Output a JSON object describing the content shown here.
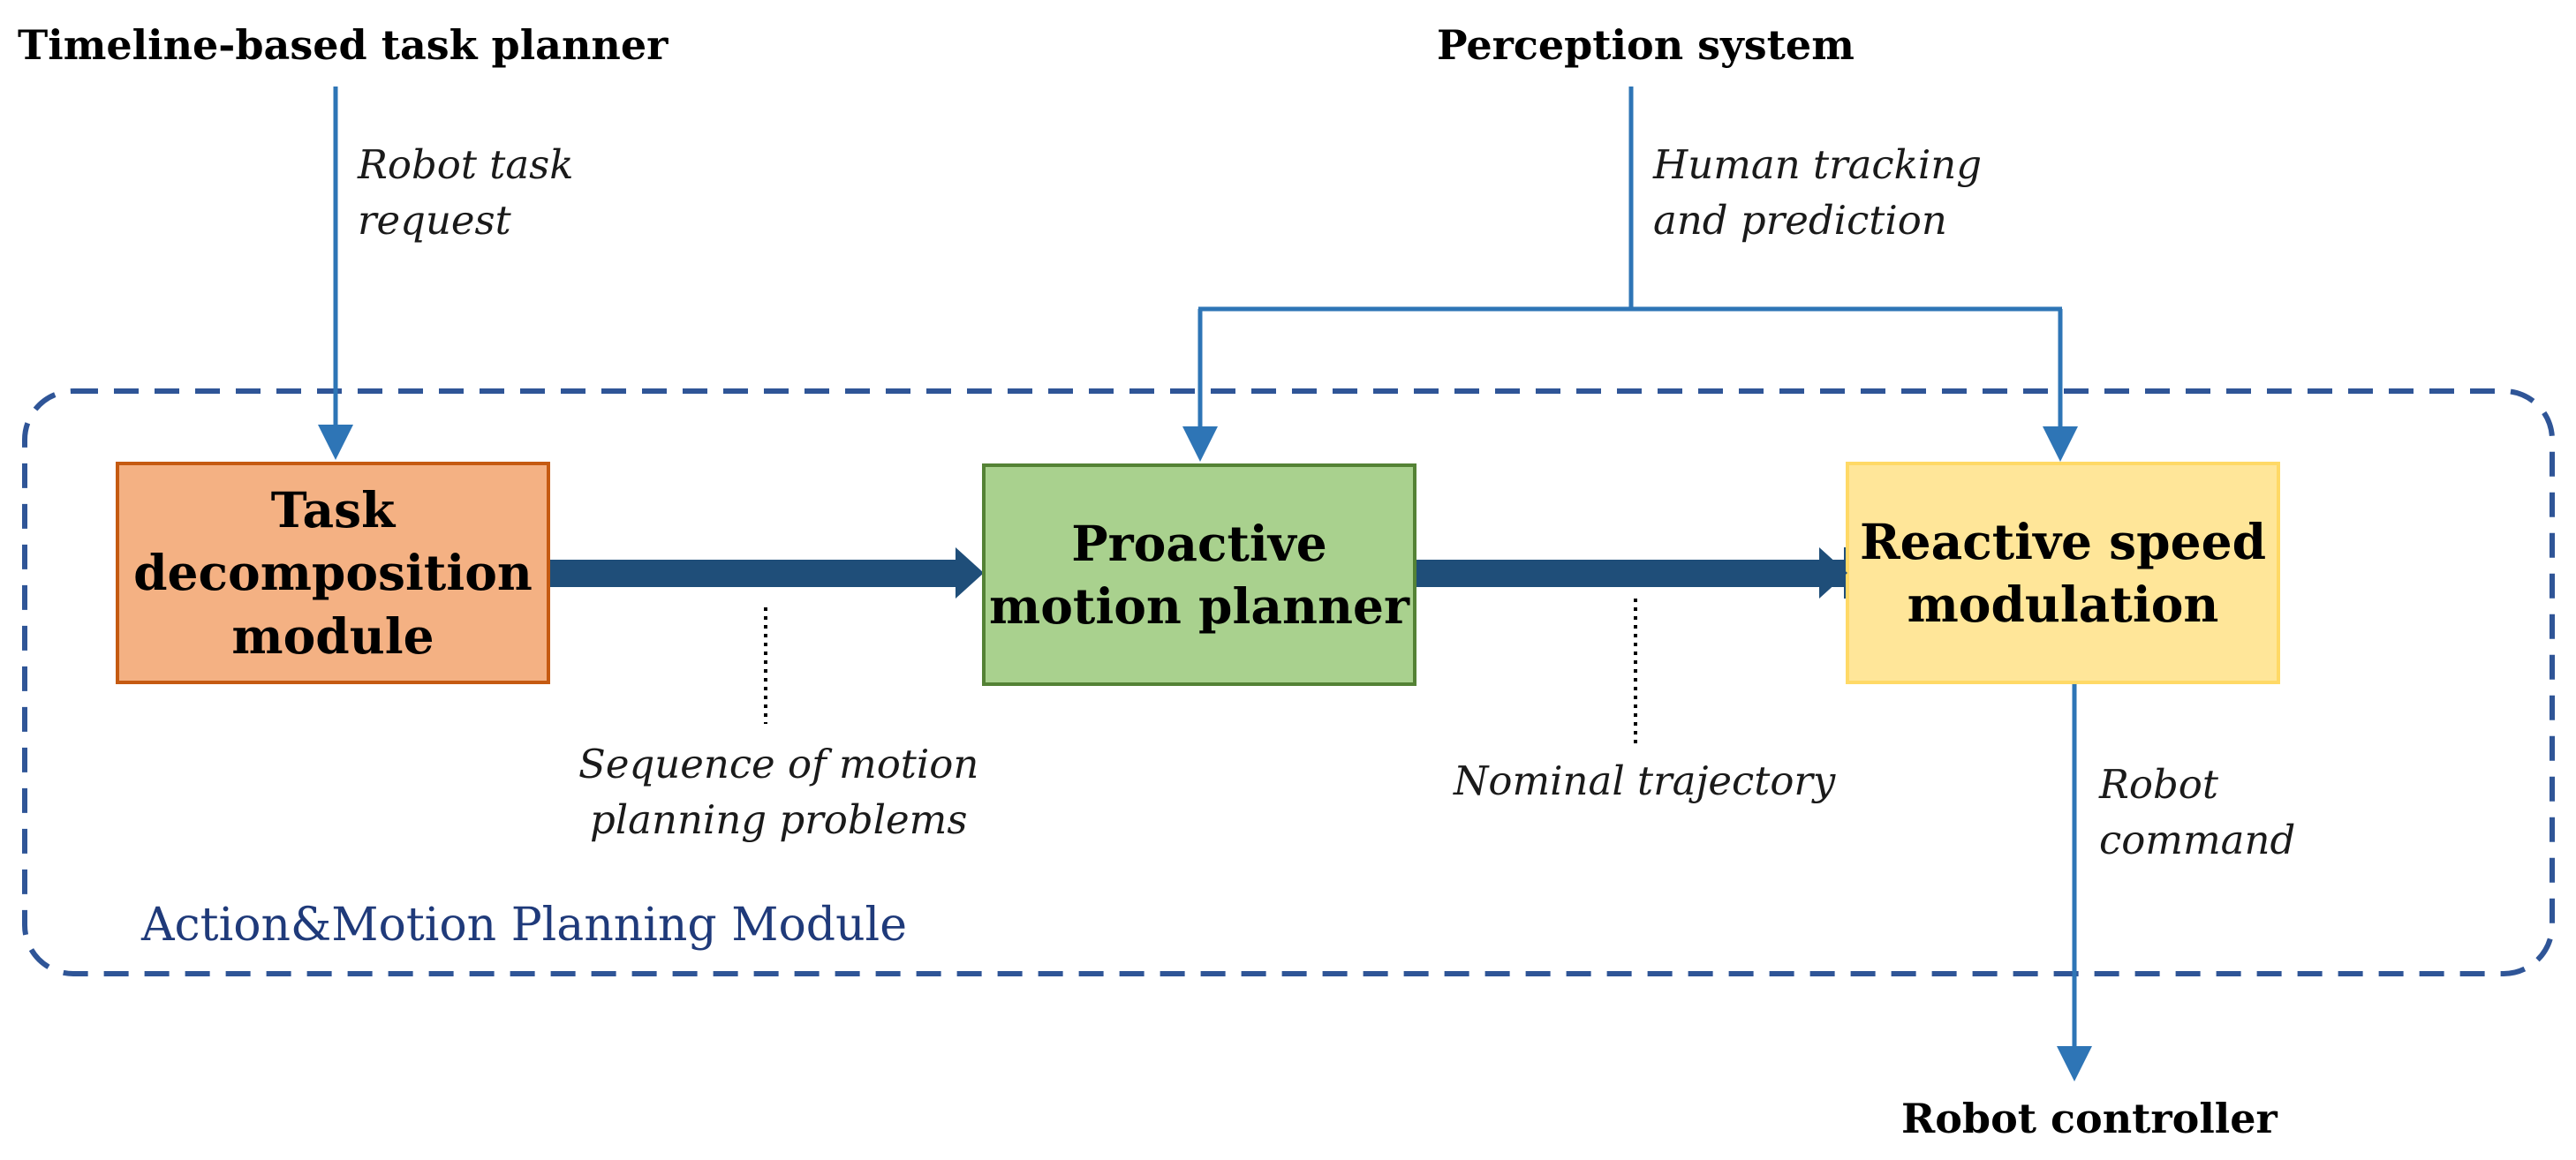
{
  "external": {
    "task_planner": "Timeline-based task planner",
    "perception": "Perception system",
    "robot_controller": "Robot controller"
  },
  "boxes": {
    "task_decomposition": [
      "Task",
      "decomposition",
      "module"
    ],
    "proactive_planner": [
      "Proactive",
      "motion planner"
    ],
    "reactive_modulation": [
      "Reactive speed",
      "modulation"
    ]
  },
  "annotations": {
    "robot_task_request": [
      "Robot task",
      "request"
    ],
    "human_tracking": [
      "Human tracking",
      "and prediction"
    ],
    "sequence_problems": [
      "Sequence of motion",
      "planning problems"
    ],
    "nominal_trajectory": "Nominal trajectory",
    "robot_command": [
      "Robot",
      "command"
    ]
  },
  "module_label": "Action&Motion Planning Module",
  "colors": {
    "task_box_fill": "#F4B183",
    "task_box_border": "#C55A11",
    "proactive_fill": "#A9D18E",
    "proactive_border": "#548235",
    "reactive_fill": "#FFE699",
    "reactive_border": "#FFD966",
    "thin_arrow": "#2E75B6",
    "thick_arrow": "#1F4E79",
    "dashed_border": "#2F5597"
  }
}
